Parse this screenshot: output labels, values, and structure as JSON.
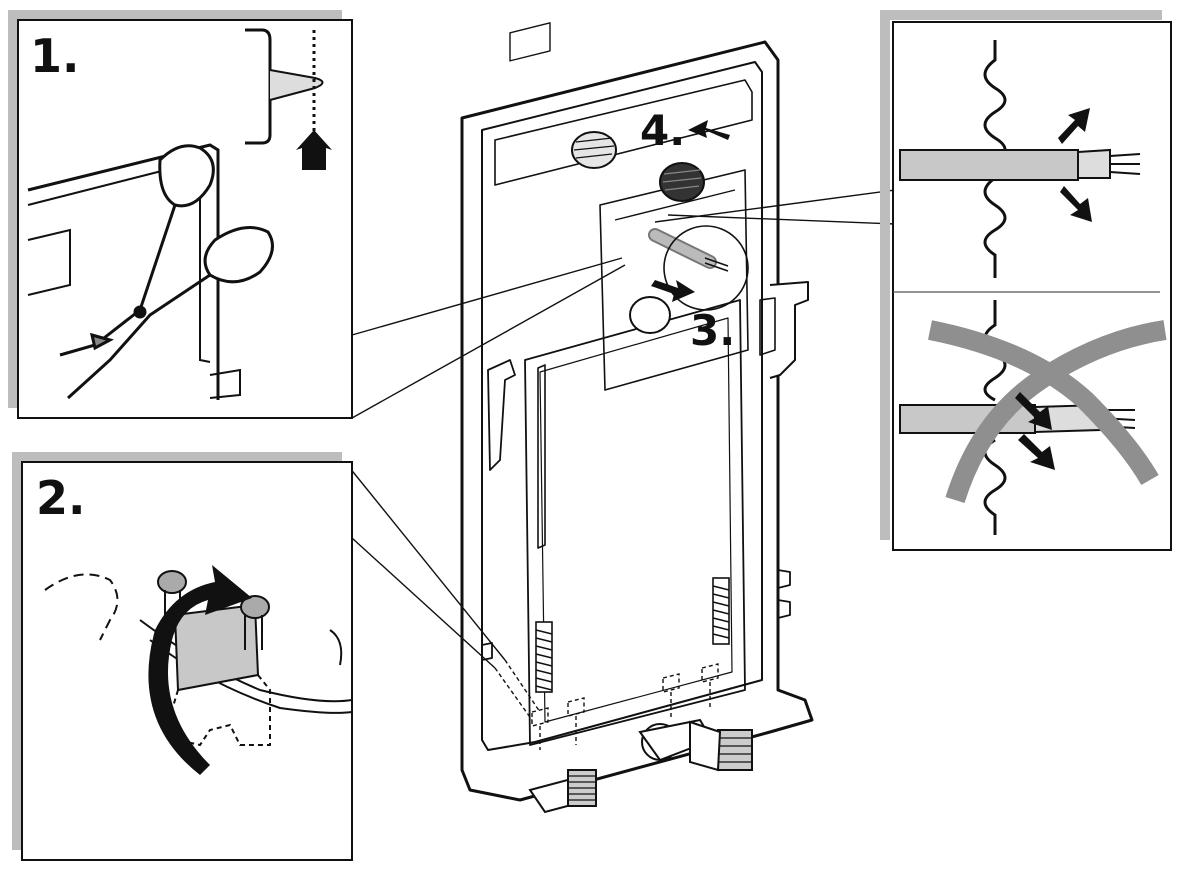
{
  "steps": {
    "step1": "1.",
    "step2": "2.",
    "step3": "3.",
    "step4": "4."
  },
  "colors": {
    "ink": "#111111",
    "shadow": "#bdbdbd",
    "fill_grey": "#c8c8c8",
    "band_grey": "#8f8f8f",
    "paper": "#ffffff"
  },
  "icons": [
    "scissors-icon",
    "arrow-up-icon",
    "rotate-arrow-icon",
    "cable-icon",
    "knob-icon",
    "spring-icon",
    "cross-out-icon"
  ]
}
